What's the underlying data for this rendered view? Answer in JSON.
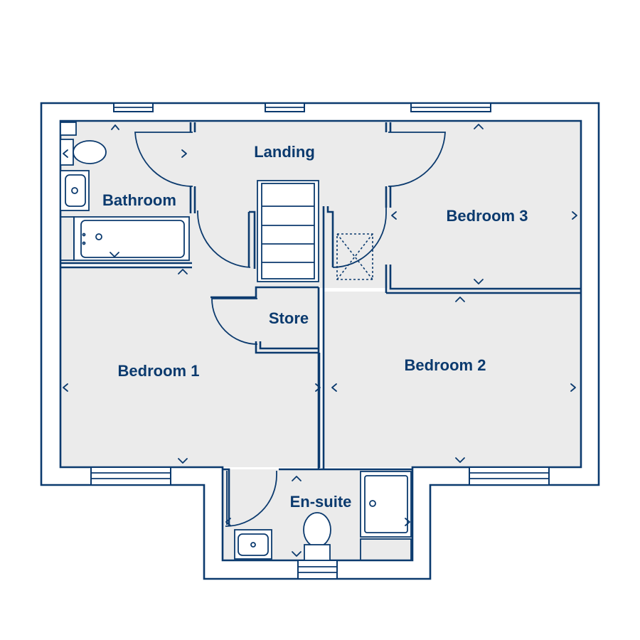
{
  "rooms": {
    "landing": "Landing",
    "bathroom": "Bathroom",
    "bedroom3": "Bedroom 3",
    "store": "Store",
    "bedroom1": "Bedroom 1",
    "bedroom2": "Bedroom 2",
    "ensuite": "En-suite"
  },
  "colors": {
    "line": "#0b3a6e",
    "floor": "#ebebeb",
    "background": "#ffffff"
  }
}
